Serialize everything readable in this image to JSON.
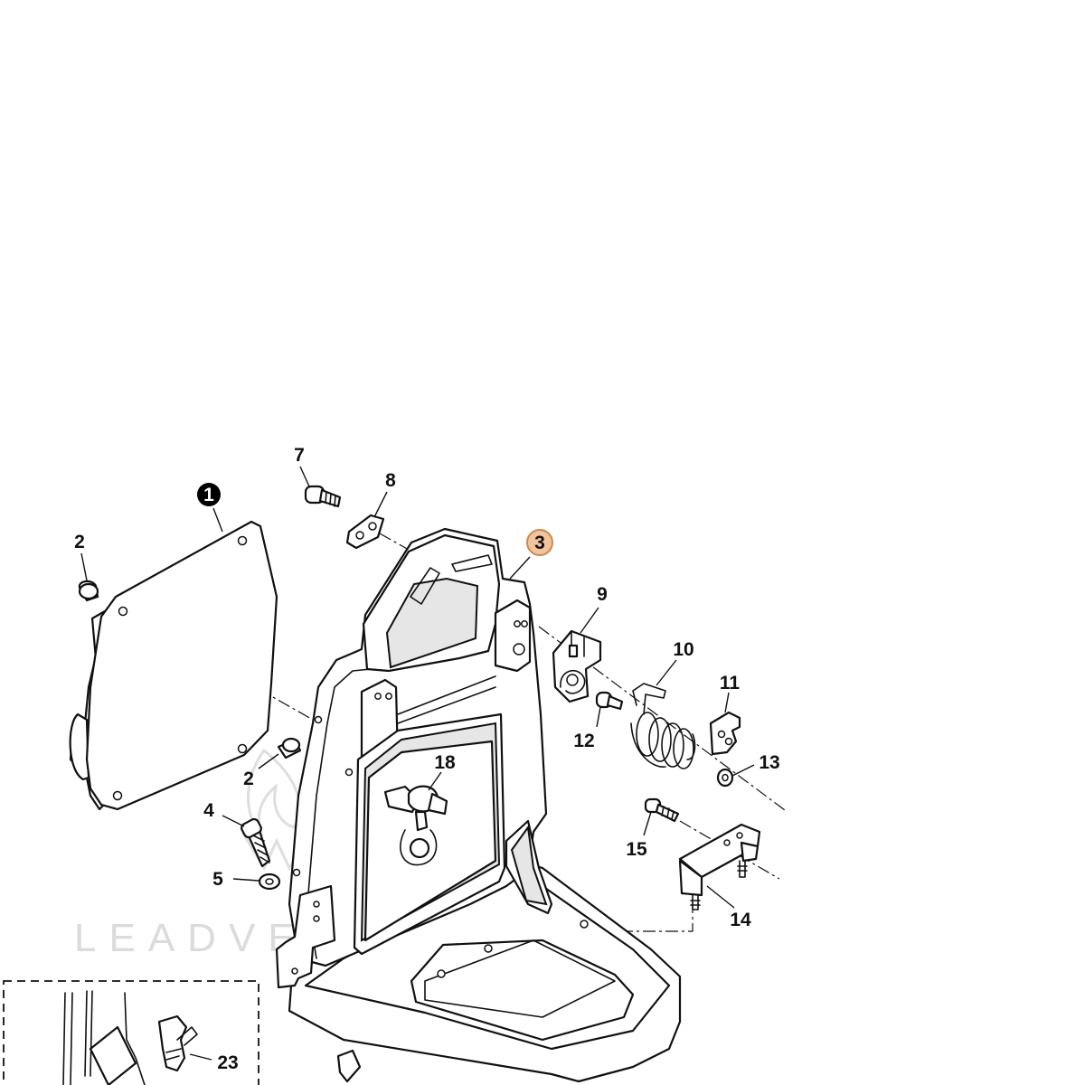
{
  "watermark": "LEADVENTURE",
  "callouts": [
    {
      "id": "c1",
      "label": "1",
      "style": "filled-black"
    },
    {
      "id": "c2a",
      "label": "2",
      "style": "plain"
    },
    {
      "id": "c2b",
      "label": "2",
      "style": "plain"
    },
    {
      "id": "c3",
      "label": "3",
      "style": "highlight"
    },
    {
      "id": "c4",
      "label": "4",
      "style": "plain"
    },
    {
      "id": "c5",
      "label": "5",
      "style": "plain"
    },
    {
      "id": "c7",
      "label": "7",
      "style": "plain"
    },
    {
      "id": "c8",
      "label": "8",
      "style": "plain"
    },
    {
      "id": "c9",
      "label": "9",
      "style": "plain"
    },
    {
      "id": "c10",
      "label": "10",
      "style": "plain"
    },
    {
      "id": "c11",
      "label": "11",
      "style": "plain"
    },
    {
      "id": "c12",
      "label": "12",
      "style": "plain"
    },
    {
      "id": "c13",
      "label": "13",
      "style": "plain"
    },
    {
      "id": "c14",
      "label": "14",
      "style": "plain"
    },
    {
      "id": "c15",
      "label": "15",
      "style": "plain"
    },
    {
      "id": "c18",
      "label": "18",
      "style": "plain"
    },
    {
      "id": "c23",
      "label": "23",
      "style": "plain"
    }
  ],
  "colors": {
    "line": "#111111",
    "highlight_fill": "#f2c49b",
    "highlight_stroke": "#c98a52",
    "callout_filled": "#000000",
    "watermark": "#cfcfcf"
  }
}
